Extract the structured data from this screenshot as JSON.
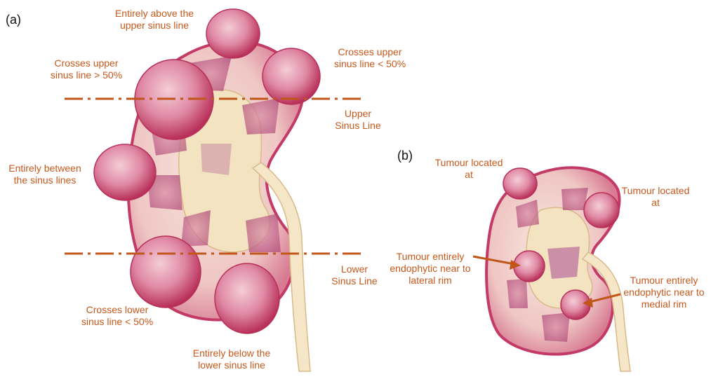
{
  "panels": {
    "a": "(a)",
    "b": "(b)"
  },
  "colors": {
    "label": "#c8581c",
    "line": "#c0561a",
    "tumour_light": "#e9a3b8",
    "tumour_dark": "#b8305a",
    "kidney_outline": "#c43a66",
    "sinus": "#f3e3c0",
    "ureter": "#f4e6c6"
  },
  "figure_a": {
    "labels": {
      "above_upper": "Entirely above the\nupper sinus line",
      "crosses_upper_gt": "Crosses upper\nsinus line > 50%",
      "crosses_upper_lt": "Crosses upper\nsinus line < 50%",
      "upper_line": "Upper\nSinus Line",
      "between": "Entirely between\nthe sinus lines",
      "lower_line": "Lower\nSinus Line",
      "crosses_lower_lt": "Crosses lower\nsinus line < 50%",
      "below_lower": "Entirely below the\nlower sinus line"
    }
  },
  "figure_b": {
    "labels": {
      "located_left": "Tumour located\nat",
      "located_right": "Tumour located\nat",
      "lateral_rim": "Tumour entirely\nendophytic near to\nlateral rim",
      "medial_rim": "Tumour entirely\nendophytic near to\nmedial rim"
    }
  }
}
